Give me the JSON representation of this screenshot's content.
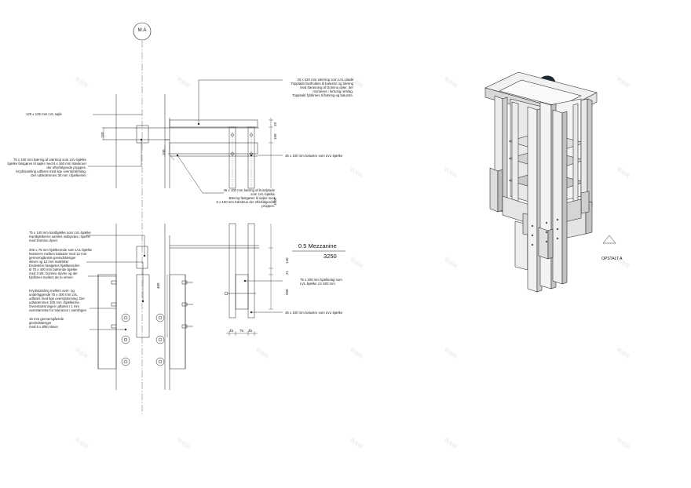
{
  "grid_marker": "M.A",
  "section": {
    "notes": {
      "top_plate": [
        "33 x 220 mm værntop som LVL-plade",
        "Toppladе fastholdes til balustre og bæring",
        "med iførasning af Domino dyler, der",
        "monteres i forborig rørslag.",
        "Toppladé fyldlimes til bæring og balustre."
      ],
      "post": [
        "125 x 125 mm LVL søjle"
      ],
      "rail_bearing": [
        "75 x 100 mm bæring af værntop som LVL-bjælke",
        "bjælke fastgøres til søjler med 6 x 160 mm træskruer",
        "der efterfølgende proppes.",
        "Krydssamling udføres med lige overskrænning.",
        "Der udskrænmes 30 mm i bjælkerne."
      ],
      "baluster_upper": [
        "45 x 100 mm balustre som LVL-bjælke"
      ],
      "bottom_rail": [
        "45 x 100 mm bæring af bundplade",
        "som LVL-bjælke",
        "Bæring fastgøres til søjler med",
        "6 x 100 mm træskrue der efterfølgende",
        "proppes."
      ],
      "edge_beam": [
        "75 x 140 mm kantbjælke som LVL-bjælke",
        "Kantbjælkerne samles indbyrdes i hjørne",
        "med Domino dyvel."
      ],
      "main_beam": [
        "200 x 75 mm hjælkeende som LVL-bjælke",
        "Monteres mellem balustre med 12 mm",
        "gennemgående gevindstænger",
        "skiver og 12 mm møtrikker",
        "Endestére fastgøres hjælkeenden",
        "til 75 x 400 mm bærende bjælke",
        "med 3 stk. Domino dyvler og der",
        "fyldlimes mellem de to emner."
      ],
      "cross_joint": [
        "Krydssamling mellem over- og",
        "underliggende 75 x 400 mm LVL",
        "udføres med lige overskrænning. Der",
        "udskrænmes 100 mm i bjælkerne.",
        "Overskrænningen udføres i 1 mm",
        "overstørrelse for tolerance i samlingen"
      ],
      "threaded_rod": [
        "16 mm gennemgående",
        "gevindstænger",
        "med 5 x Ø50 skiver"
      ],
      "joist": [
        "75 x 200 mm hjælkelag som",
        "LVL-bjælke c/c 600 mm"
      ],
      "baluster_lower": [
        "45 x 100 mm balustre som LVL-bjælke"
      ]
    },
    "level_label": "0.5 Mezzanine",
    "level_value": "3250",
    "dims": {
      "d150a": "150",
      "d100": "100",
      "d33": "33",
      "d150b": "150",
      "d1000": "1000",
      "d140": "140",
      "d21": "21",
      "d200": "200",
      "d400": "400",
      "d45a": "45",
      "d75": "75",
      "d45b": "45"
    }
  },
  "axonometric": {
    "label": "OPSTALT A"
  },
  "watermark": "筑龙网",
  "colors": {
    "line": "#222222",
    "axis": "#555555",
    "face_light": "#f1f1f1",
    "face_mid": "#d8d8d8",
    "face_dark": "#b9b9b9",
    "chair": "#1d2a33"
  }
}
